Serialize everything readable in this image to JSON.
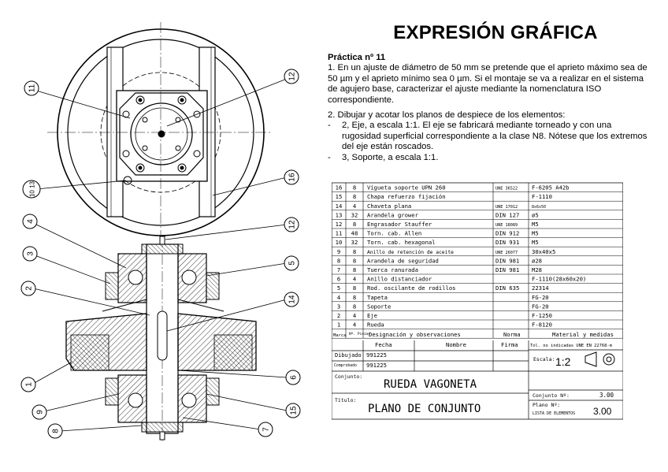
{
  "page": {
    "title": "EXPRESIÓN GRÁFICA",
    "practice_title": "Práctica nº 11",
    "paragraph_1": "1. En un ajuste de diámetro de 50 mm se pretende que el aprieto máximo sea de 50 µm y el aprieto mínimo sea 0 µm. Si el montaje se va a realizar en el sistema de agujero base, caracterizar el ajuste mediante la nomenclatura ISO correspondiente.",
    "paragraph_2": "2. Dibujar y acotar los planos de despiece de los elementos:",
    "bullet_1": "2, Eje, a escala 1:1. El eje se fabricará mediante torneado y con una rugosidad superficial correspondiente a la clase N8. Nótese que los extremos del eje están roscados.",
    "bullet_2": "3, Soporte, a escala 1:1.",
    "bullet_marker": "-"
  },
  "drawing": {
    "balloons": [
      "11",
      "12",
      "10 13",
      "16",
      "4",
      "12",
      "3",
      "5",
      "2",
      "14",
      "1",
      "6",
      "9",
      "15",
      "8",
      "7"
    ]
  },
  "bom": {
    "rows": [
      {
        "marca": "16",
        "n": "8",
        "designacion": "Vigueta soporte UPN 260",
        "norma": "UNE 36522",
        "material": "F-6205   A42b"
      },
      {
        "marca": "15",
        "n": "8",
        "designacion": "Chapa refuerzo fijación",
        "norma": "",
        "material": "F-1110"
      },
      {
        "marca": "14",
        "n": "4",
        "designacion": "Chaveta plana",
        "norma": "UNE 17012",
        "material": "8x6x50"
      },
      {
        "marca": "13",
        "n": "32",
        "designacion": "Arandela grower",
        "norma": "DIN 127",
        "material": "ø5"
      },
      {
        "marca": "12",
        "n": "8",
        "designacion": "Engrasador Stauffer",
        "norma": "UNE 18089",
        "material": "M5"
      },
      {
        "marca": "11",
        "n": "48",
        "designacion": "Torn. cab. Allen",
        "norma": "DIN 912",
        "material": "M5"
      },
      {
        "marca": "10",
        "n": "32",
        "designacion": "Torn. cab. hexagonal",
        "norma": "DIN 931",
        "material": "M5"
      },
      {
        "marca": "9",
        "n": "8",
        "designacion": "Anillo de retención de aceite",
        "norma": "UNE 26077",
        "material": "30x40x5"
      },
      {
        "marca": "8",
        "n": "8",
        "designacion": "Arandela de seguridad",
        "norma": "DIN 981",
        "material": "ø28"
      },
      {
        "marca": "7",
        "n": "8",
        "designacion": "Tuerca ranurada",
        "norma": "DIN 981",
        "material": "M28"
      },
      {
        "marca": "6",
        "n": "4",
        "designacion": "Anillo distanciador",
        "norma": "",
        "material": "F-1110(28x60x20)"
      },
      {
        "marca": "5",
        "n": "8",
        "designacion": "Rod. oscilante de rodillos",
        "norma": "DIN 635",
        "material": "22314"
      },
      {
        "marca": "4",
        "n": "8",
        "designacion": "Tapeta",
        "norma": "",
        "material": "FG-20"
      },
      {
        "marca": "3",
        "n": "8",
        "designacion": "Soporte",
        "norma": "",
        "material": "FG-20"
      },
      {
        "marca": "2",
        "n": "4",
        "designacion": "Eje",
        "norma": "",
        "material": "F-1250"
      },
      {
        "marca": "1",
        "n": "4",
        "designacion": "Rueda",
        "norma": "",
        "material": "F-8120"
      }
    ],
    "header": {
      "marca": "Marca",
      "n": "Nº. Piezas",
      "designacion": "Designación y observaciones",
      "norma": "Norma",
      "material": "Material y medidas"
    },
    "fecha_label": "Fecha",
    "nombre_label": "Nombre",
    "firma_label": "Firma",
    "tolerance_note": "Tol. no indicadas UNE EN 22768-m",
    "dibujado_label": "Dibujado",
    "dibujado_fecha": "991225",
    "comprobado_label": "Comprobado",
    "comprobado_fecha": "991225",
    "escala_label": "Escala:",
    "escala_value": "1:2",
    "conjunto_label": "Conjunto:",
    "conjunto_name": "RUEDA VAGONETA",
    "titulo_label": "Título:",
    "titulo_name": "PLANO DE CONJUNTO",
    "conjunto_n_label": "Conjunto Nº:",
    "conjunto_n_value": "3.00",
    "plano_n_label": "Plano Nº:",
    "lista_label": "LISTA DE ELEMENTOS",
    "plano_n_value": "3.00"
  }
}
